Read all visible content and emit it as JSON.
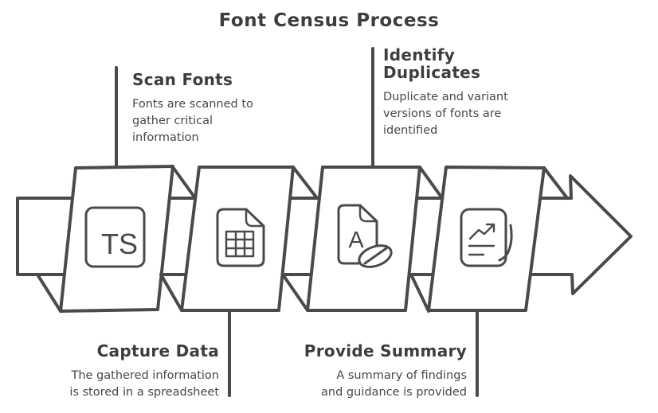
{
  "title": "Font Census Process",
  "colors": {
    "stroke": "#4a4a4a",
    "heading_text": "#3d3d3d",
    "body_text": "#474747",
    "background": "#ffffff"
  },
  "flow": {
    "direction": "left-to-right",
    "segment_count": 4
  },
  "steps": [
    {
      "heading": "Scan Fonts",
      "description": "Fonts are scanned to\ngather critical\ninformation",
      "icon": "typescript-file-icon",
      "icon_label": "TS",
      "label_position": "top"
    },
    {
      "heading": "Capture Data",
      "description": "The gathered information\nis stored in a spreadsheet",
      "icon": "spreadsheet-icon",
      "label_position": "bottom"
    },
    {
      "heading": "Identify Duplicates",
      "description": "Duplicate and variant\nversions of fonts are\nidentified",
      "icon": "font-file-icon",
      "icon_label": "A",
      "label_position": "top"
    },
    {
      "heading": "Provide Summary",
      "description": "A summary of findings\nand guidance is provided",
      "icon": "summary-report-icon",
      "label_position": "bottom"
    }
  ]
}
